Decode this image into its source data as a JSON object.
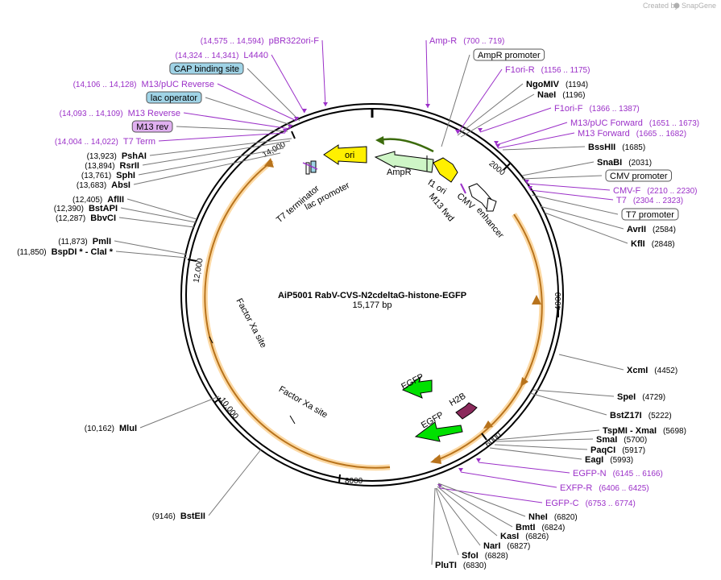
{
  "brand": {
    "created_by": "Created by",
    "name": "SnapGene"
  },
  "map": {
    "title": "AiP5001 RabV-CVS-N2cdeltaG-histone-EGFP",
    "size": "15,177 bp"
  },
  "ticks": [
    "2000",
    "4000",
    "6000",
    "8000",
    "10,000",
    "12,000",
    "14,000"
  ],
  "features": {
    "ori": "ori",
    "ampr": "AmpR",
    "f1ori": "f1 ori",
    "m13fwd": "M13 fwd",
    "cmv": "CMV",
    "enhancer": "enhancer",
    "lacprom": "lac promoter",
    "t7term": "T7 terminator",
    "egfp1": "EGFP",
    "egfp2": "EGFP",
    "h2b": "H2B",
    "fxa1": "Factor Xa site",
    "fxa2": "Factor Xa site"
  },
  "left_labels": [
    {
      "name": "pBR322ori-F",
      "pos": "(14,575 .. 14,594)",
      "kind": "primer"
    },
    {
      "name": "L4440",
      "pos": "(14,324 .. 14,341)",
      "kind": "primer"
    },
    {
      "name": "CAP binding site",
      "pos": "",
      "kind": "box-blue"
    },
    {
      "name": "M13/pUC Reverse",
      "pos": "(14,106 .. 14,128)",
      "kind": "primer"
    },
    {
      "name": "lac operator",
      "pos": "",
      "kind": "box-blue"
    },
    {
      "name": "M13 Reverse",
      "pos": "(14,093 .. 14,109)",
      "kind": "primer"
    },
    {
      "name": "M13 rev",
      "pos": "",
      "kind": "box-purple"
    },
    {
      "name": "T7 Term",
      "pos": "(14,004 .. 14,022)",
      "kind": "primer"
    },
    {
      "name": "PshAI",
      "pos": "(13,923)",
      "kind": "enzyme"
    },
    {
      "name": "RsrII",
      "pos": "(13,894)",
      "kind": "enzyme"
    },
    {
      "name": "SphI",
      "pos": "(13,761)",
      "kind": "enzyme"
    },
    {
      "name": "AbsI",
      "pos": "(13,683)",
      "kind": "enzyme"
    },
    {
      "name": "AflII",
      "pos": "(12,405)",
      "kind": "enzyme"
    },
    {
      "name": "BstAPI",
      "pos": "(12,390)",
      "kind": "enzyme"
    },
    {
      "name": "BbvCI",
      "pos": "(12,287)",
      "kind": "enzyme"
    },
    {
      "name": "PmlI",
      "pos": "(11,873)",
      "kind": "enzyme"
    },
    {
      "name": "BspDI * - ClaI *",
      "pos": "(11,850)",
      "kind": "enzyme"
    },
    {
      "name": "MluI",
      "pos": "(10,162)",
      "kind": "enzyme"
    },
    {
      "name": "BstEII",
      "pos": "(9146)",
      "kind": "enzyme"
    }
  ],
  "right_labels": [
    {
      "name": "Amp-R",
      "pos": "(700 .. 719)",
      "kind": "primer"
    },
    {
      "name": "AmpR promoter",
      "pos": "",
      "kind": "box-white"
    },
    {
      "name": "F1ori-R",
      "pos": "(1156 .. 1175)",
      "kind": "primer"
    },
    {
      "name": "NgoMIV",
      "pos": "(1194)",
      "kind": "enzyme"
    },
    {
      "name": "NaeI",
      "pos": "(1196)",
      "kind": "enzyme"
    },
    {
      "name": "F1ori-F",
      "pos": "(1366 .. 1387)",
      "kind": "primer"
    },
    {
      "name": "M13/pUC Forward",
      "pos": "(1651 .. 1673)",
      "kind": "primer"
    },
    {
      "name": "M13 Forward",
      "pos": "(1665 .. 1682)",
      "kind": "primer"
    },
    {
      "name": "BssHII",
      "pos": "(1685)",
      "kind": "enzyme"
    },
    {
      "name": "SnaBI",
      "pos": "(2031)",
      "kind": "enzyme"
    },
    {
      "name": "CMV promoter",
      "pos": "",
      "kind": "box-white"
    },
    {
      "name": "CMV-F",
      "pos": "(2210 .. 2230)",
      "kind": "primer"
    },
    {
      "name": "T7",
      "pos": "(2304 .. 2323)",
      "kind": "primer"
    },
    {
      "name": "T7 promoter",
      "pos": "",
      "kind": "box-white"
    },
    {
      "name": "AvrII",
      "pos": "(2584)",
      "kind": "enzyme"
    },
    {
      "name": "KflI",
      "pos": "(2848)",
      "kind": "enzyme"
    },
    {
      "name": "XcmI",
      "pos": "(4452)",
      "kind": "enzyme"
    },
    {
      "name": "SpeI",
      "pos": "(4729)",
      "kind": "enzyme"
    },
    {
      "name": "BstZ17I",
      "pos": "(5222)",
      "kind": "enzyme"
    },
    {
      "name": "TspMI - XmaI",
      "pos": "(5698)",
      "kind": "enzyme"
    },
    {
      "name": "SmaI",
      "pos": "(5700)",
      "kind": "enzyme"
    },
    {
      "name": "PaqCI",
      "pos": "(5917)",
      "kind": "enzyme"
    },
    {
      "name": "EagI",
      "pos": "(5993)",
      "kind": "enzyme"
    },
    {
      "name": "EGFP-N",
      "pos": "(6145 .. 6166)",
      "kind": "primer"
    },
    {
      "name": "EXFP-R",
      "pos": "(6406 .. 6425)",
      "kind": "primer"
    },
    {
      "name": "EGFP-C",
      "pos": "(6753 .. 6774)",
      "kind": "primer"
    },
    {
      "name": "NheI",
      "pos": "(6820)",
      "kind": "enzyme"
    },
    {
      "name": "BmtI",
      "pos": "(6824)",
      "kind": "enzyme"
    },
    {
      "name": "KasI",
      "pos": "(6826)",
      "kind": "enzyme"
    },
    {
      "name": "NarI",
      "pos": "(6827)",
      "kind": "enzyme"
    },
    {
      "name": "SfoI",
      "pos": "(6828)",
      "kind": "enzyme"
    },
    {
      "name": "PluTI",
      "pos": "(6830)",
      "kind": "enzyme"
    }
  ]
}
